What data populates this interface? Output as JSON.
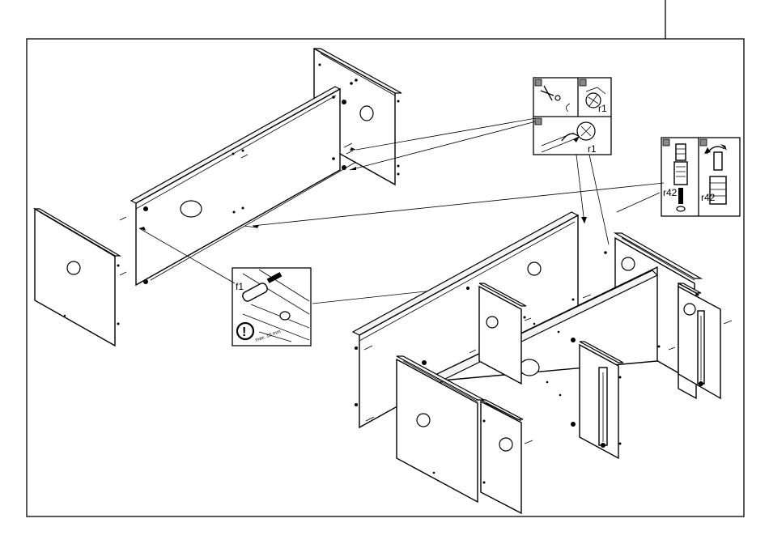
{
  "callouts": {
    "cam_top_label": "r1",
    "cam_bottom_label": "r1",
    "leg_left_label": "r42",
    "leg_right_label": "r42",
    "dowel_label": "f1",
    "dowel_note": "max. 10 mm",
    "warning_symbol": "!"
  },
  "colors": {
    "line": "#000000",
    "background": "#ffffff",
    "marker": "#888888"
  }
}
